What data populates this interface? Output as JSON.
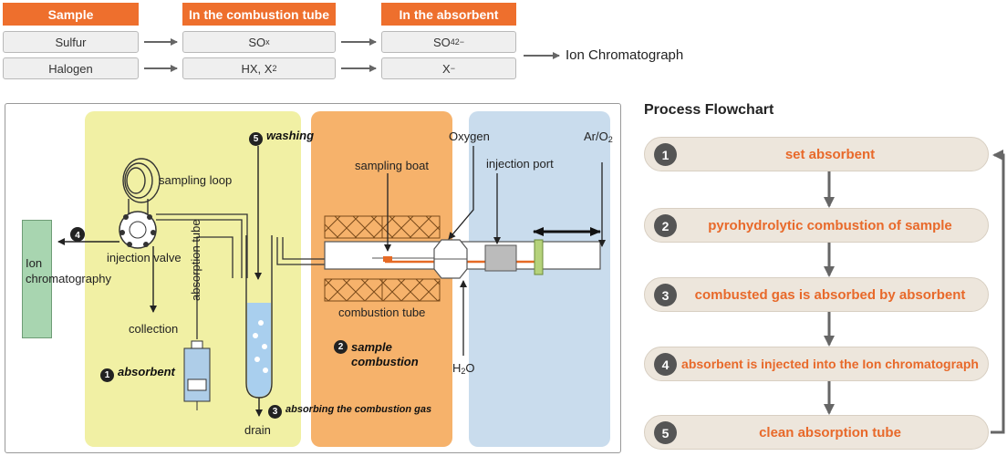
{
  "table": {
    "headers": [
      "Sample",
      "In the combustion tube",
      "In the absorbent"
    ],
    "rows": [
      {
        "sample": "Sulfur",
        "tube_main": "SO",
        "tube_sub": "x",
        "absorbent_main": "SO",
        "absorbent_sub": "4",
        "absorbent_sup": "2−"
      },
      {
        "sample": "Halogen",
        "tube_main": "HX, X",
        "tube_sub": "2",
        "absorbent_main": "X",
        "absorbent_sup": "−"
      }
    ],
    "destination": "Ion Chromatograph"
  },
  "diagram": {
    "labels": {
      "sampling_loop": "sampling loop",
      "injection_valve": "injection valve",
      "ion_chromatography": "Ion\nchromatography",
      "collection": "collection",
      "absorption_tube": "absorption tube",
      "drain": "drain",
      "sampling_boat": "sampling boat",
      "combustion_tube": "combustion tube",
      "oxygen": "Oxygen",
      "injection_port": "injection port",
      "ar_o2_main": "Ar/O",
      "ar_o2_sub": "2",
      "h2o_main": "H",
      "h2o_sub": "2",
      "h2o_tail": "O"
    },
    "steps": [
      {
        "num": "1",
        "label": "absorbent"
      },
      {
        "num": "2",
        "label": "sample\ncombustion"
      },
      {
        "num": "3",
        "label": "absorbing the combustion gas"
      },
      {
        "num": "4",
        "label": ""
      },
      {
        "num": "5",
        "label": "washing"
      }
    ]
  },
  "flowchart": {
    "title": "Process Flowchart",
    "steps": [
      {
        "num": "1",
        "text": "set absorbent"
      },
      {
        "num": "2",
        "text": "pyrohydrolytic combustion of sample"
      },
      {
        "num": "3",
        "text": "combusted gas is absorbed by absorbent"
      },
      {
        "num": "4",
        "text": "absorbent is injected into the Ion chromatograph"
      },
      {
        "num": "5",
        "text": "clean absorption tube"
      }
    ]
  },
  "colors": {
    "header": "#ee6f2d",
    "absorbent_zone": "#f1f0a4",
    "combustion_zone": "#f6b26b",
    "injection_zone": "#c9dced",
    "ion_chrom_box": "#a8d5b0",
    "flow_text": "#e8692a",
    "flow_box": "#ede6dc"
  }
}
